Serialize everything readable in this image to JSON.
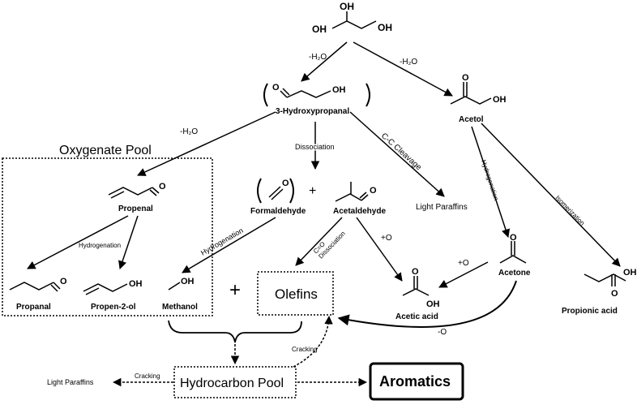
{
  "molecules": {
    "glycerol": {
      "oh_left": "OH",
      "oh_top": "OH",
      "oh_right": "OH"
    },
    "hydroxypropanal": {
      "oh": "OH",
      "o": "O",
      "name": "3-Hydroxypropanal"
    },
    "acetol": {
      "o": "O",
      "oh": "OH",
      "name": "Acetol"
    },
    "propenal": {
      "o": "O",
      "name": "Propenal"
    },
    "propanal": {
      "o": "O",
      "name": "Propanal"
    },
    "propen2ol": {
      "oh": "OH",
      "name": "Propen-2-ol"
    },
    "methanol": {
      "oh": "OH",
      "name": "Methanol"
    },
    "formaldehyde": {
      "o": "O",
      "name": "Formaldehyde"
    },
    "acetaldehyde": {
      "o": "O",
      "name": "Acetaldehyde"
    },
    "acetone": {
      "o": "O",
      "name": "Acetone"
    },
    "acetic_acid": {
      "o": "O",
      "oh": "OH",
      "name": "Acetic acid"
    },
    "propionic_acid": {
      "o": "O",
      "oh": "OH",
      "name": "Propionic acid"
    }
  },
  "boxes": {
    "oxygenate_pool": "Oxygenate Pool",
    "olefins": "Olefins",
    "hydrocarbon_pool": "Hydrocarbon Pool",
    "aromatics": "Aromatics"
  },
  "labels": {
    "minus_h2o_a": "-H₂O",
    "minus_h2o_b": "-H₂O",
    "minus_h2o_c": "-H₂O",
    "dissociation": "Dissociation",
    "cc_cleavage": "C-C Cleavage",
    "light_paraffins_mid": "Light Paraffins",
    "hydrogenation_acetol": "Hydrogenation",
    "isomerization": "Isomerization",
    "hydrogenation_propenal": "Hydrogenation",
    "hydrogenation_formaldehyde": "Hydrogenation",
    "co_dissociation": "C=O\nDissociation",
    "plus_o_acetaldehyde": "+O",
    "plus_o_acetone": "+O",
    "minus_o": "-O",
    "cracking_olefins": "Cracking",
    "cracking_left": "Cracking",
    "light_paraffins_left": "Light Paraffins",
    "plus_small": "+",
    "plus_big": "+"
  }
}
